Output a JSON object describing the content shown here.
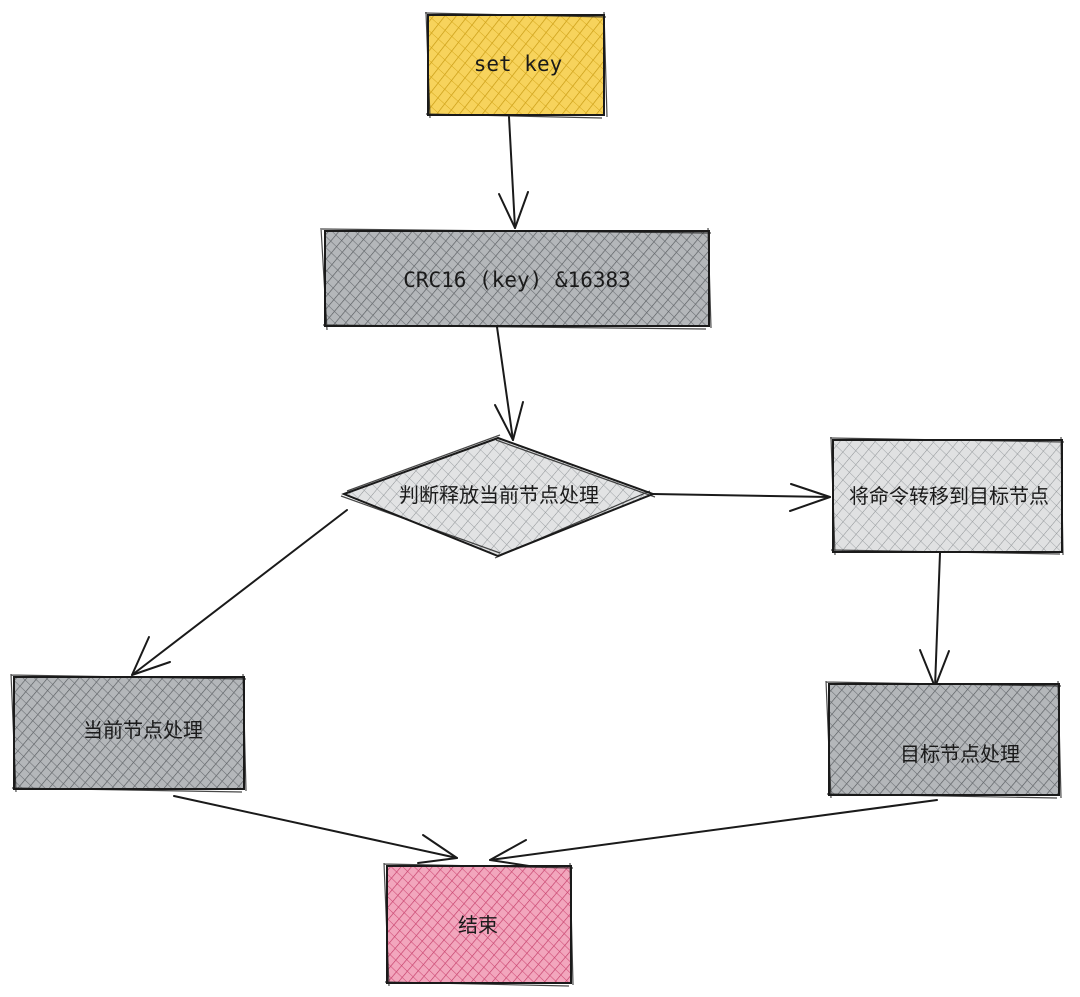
{
  "diagram": {
    "colors": {
      "start": "#f5c842",
      "process": "#a6aaae",
      "decision": "#c8cacc",
      "forward": "#c8cacc",
      "end": "#e8779a",
      "stroke": "#1a1a1a"
    },
    "nodes": {
      "set_key": {
        "label": "set key"
      },
      "crc": {
        "label": "CRC16 (key) &16383"
      },
      "decision": {
        "label": "判断释放当前节点处理"
      },
      "forward": {
        "label": "将命令转移到目标节点"
      },
      "current_node": {
        "label": "当前节点处理"
      },
      "target_node": {
        "label": "目标节点处理"
      },
      "end": {
        "label": "结束"
      }
    },
    "edges": [
      {
        "from": "set_key",
        "to": "crc"
      },
      {
        "from": "crc",
        "to": "decision"
      },
      {
        "from": "decision",
        "to": "forward"
      },
      {
        "from": "decision",
        "to": "current_node"
      },
      {
        "from": "forward",
        "to": "target_node"
      },
      {
        "from": "current_node",
        "to": "end"
      },
      {
        "from": "target_node",
        "to": "end"
      }
    ]
  }
}
